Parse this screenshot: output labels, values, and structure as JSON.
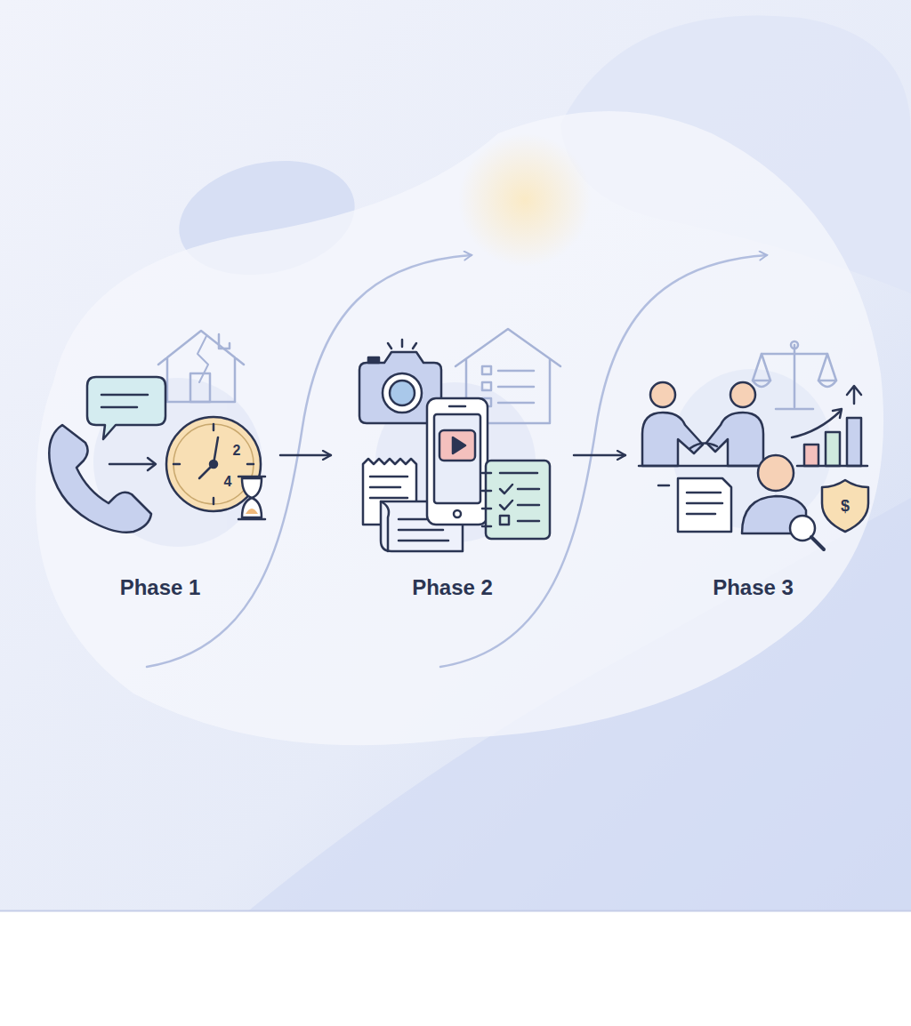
{
  "diagram": {
    "nodes": [
      {
        "text": [
          "Phase 1"
        ]
      },
      {
        "text": [
          "Phase 2"
        ]
      },
      {
        "text": [
          "Phase 3"
        ]
      }
    ],
    "edges": [
      {
        "from": 0,
        "to": 1,
        "arrow": "to"
      },
      {
        "from": 1,
        "to": 2,
        "arrow": "to"
      }
    ],
    "labels": [
      "2",
      "4",
      "$"
    ]
  }
}
